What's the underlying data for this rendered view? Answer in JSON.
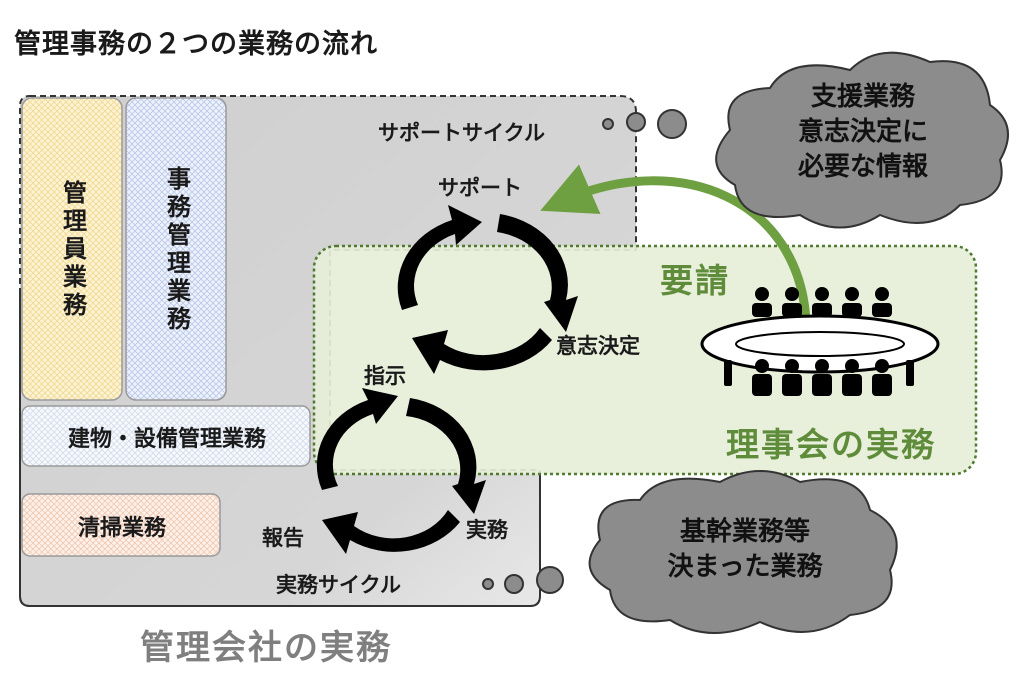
{
  "title": "管理事務の２つの業務の流れ",
  "boxes": {
    "kanriin": "管理員業務",
    "jimu_kanri": "事務管理業務",
    "tatemono": "建物・設備管理業務",
    "seisou": "清掃業務"
  },
  "support_cycle": {
    "name": "サポートサイクル",
    "support": "サポート",
    "decision": "意志決定",
    "instruction": "指示"
  },
  "work_cycle": {
    "name": "実務サイクル",
    "practice": "実務",
    "report": "報告"
  },
  "board": {
    "title": "理事会の実務",
    "request": "要請"
  },
  "management_company": {
    "title": "管理会社の実務"
  },
  "cloud_top": {
    "lines": [
      "支援業務",
      "意志決定に",
      "必要な情報"
    ]
  },
  "cloud_bottom": {
    "lines": [
      "基幹業務等",
      "決まった業務"
    ]
  },
  "colors": {
    "green_accent": "#5f8c3a",
    "green_fill": "#e6efd9",
    "gray_fill": "#d2d2d2",
    "cloud_fill": "#8c8c8c"
  }
}
